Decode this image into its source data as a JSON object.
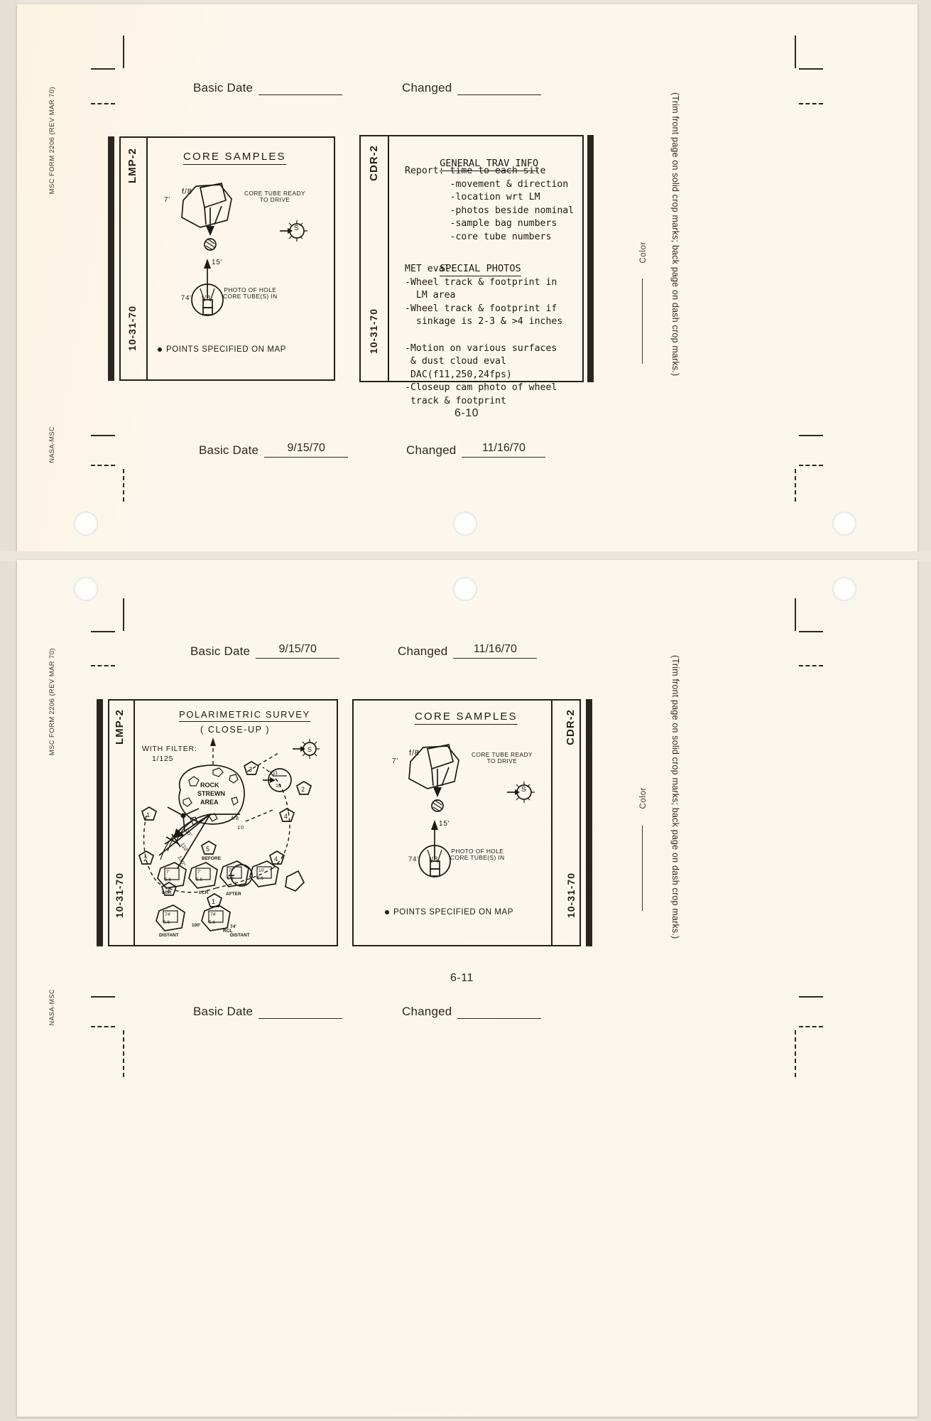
{
  "margins": {
    "form_code": "MSC FORM 2206 (REV MAR 70)",
    "nasa": "NASA-MSC",
    "trim_note": "(Trim front page on solid crop marks; back page on dash crop marks.)",
    "color_label": "Color"
  },
  "top_sheet": {
    "header": {
      "basic_date_label": "Basic Date",
      "basic_date_value": "",
      "changed_label": "Changed",
      "changed_value": ""
    },
    "footer": {
      "basic_date_label": "Basic Date",
      "basic_date_value": "9/15/70",
      "changed_label": "Changed",
      "changed_value": "11/16/70"
    },
    "page_number": "6-10",
    "left_card": {
      "tab": "LMP-2",
      "date_tab": "10-31-70",
      "title": "CORE SAMPLES",
      "callout_1": "CORE TUBE READY\nTO DRIVE",
      "callout_1_stop": "f/8",
      "callout_1_dist": "7'",
      "compass": "S",
      "arrow_label": "15'",
      "callout_2": "PHOTO OF HOLE\nCORE TUBE(S) IN",
      "callout_2_dist": "74'",
      "callout_2_stop": "f/8",
      "footnote": "POINTS SPECIFIED ON MAP"
    },
    "right_card": {
      "tab": "CDR-2",
      "date_tab": "10-31-70",
      "title": "GENERAL TRAV INFO",
      "body_1": "Report:-time to each site\n        -movement & direction\n        -location wrt LM\n        -photos beside nominal\n        -sample bag numbers\n        -core tube numbers",
      "title_2": "SPECIAL PHOTOS",
      "body_2": "MET eval:\n-Wheel track & footprint in\n  LM area\n-Wheel track & footprint if\n  sinkage is 2-3 & >4 inches\n\n-Motion on various surfaces\n & dust cloud eval\n DAC(f11,250,24fps)\n-Closeup cam photo of wheel\n track & footprint"
    }
  },
  "bottom_sheet": {
    "header": {
      "basic_date_label": "Basic Date",
      "basic_date_value": "9/15/70",
      "changed_label": "Changed",
      "changed_value": "11/16/70"
    },
    "footer": {
      "basic_date_label": "Basic Date",
      "basic_date_value": "",
      "changed_label": "Changed",
      "changed_value": ""
    },
    "page_number": "6-11",
    "left_card": {
      "tab": "LMP-2",
      "date_tab": "10-31-70",
      "title": "POLARIMETRIC SURVEY",
      "subtitle": "( CLOSE-UP )",
      "filter_label": "WITH FILTER:",
      "filter_value": "1/125",
      "area_label": "ROCK\nSTREWN\nAREA",
      "compass": "S",
      "angles": [
        "90°",
        "110°",
        "130°"
      ],
      "station_numbers": [
        "1",
        "2",
        "3",
        "4",
        "5",
        "1",
        "2",
        "3",
        "4"
      ],
      "stop_callouts": [
        {
          "dist": "f/8",
          "val": "10"
        },
        {
          "dist": "f/11",
          "val": "10"
        },
        {
          "dist": "7'",
          "val": "5.6"
        },
        {
          "dist": "7'",
          "val": "5.6"
        },
        {
          "dist": "7'",
          "val": "5.6"
        },
        {
          "dist": "10'",
          "val": "5.6"
        },
        {
          "dist": "74'",
          "val": "5.6"
        }
      ],
      "labels": [
        "BEFORE",
        "AFTER",
        "LCR",
        "LCR",
        "DISTANT",
        "DISTANT",
        "100'",
        "74'",
        "RCL"
      ]
    },
    "right_card": {
      "tab": "CDR-2",
      "date_tab": "10-31-70",
      "title": "CORE SAMPLES",
      "callout_1": "CORE TUBE READY\nTO DRIVE",
      "callout_1_stop": "f/8",
      "callout_1_dist": "7'",
      "compass": "S",
      "arrow_label": "15'",
      "callout_2": "PHOTO OF HOLE\nCORE TUBE(S) IN",
      "callout_2_dist": "74'",
      "callout_2_stop": "f/8",
      "footnote": "POINTS SPECIFIED ON MAP"
    }
  }
}
